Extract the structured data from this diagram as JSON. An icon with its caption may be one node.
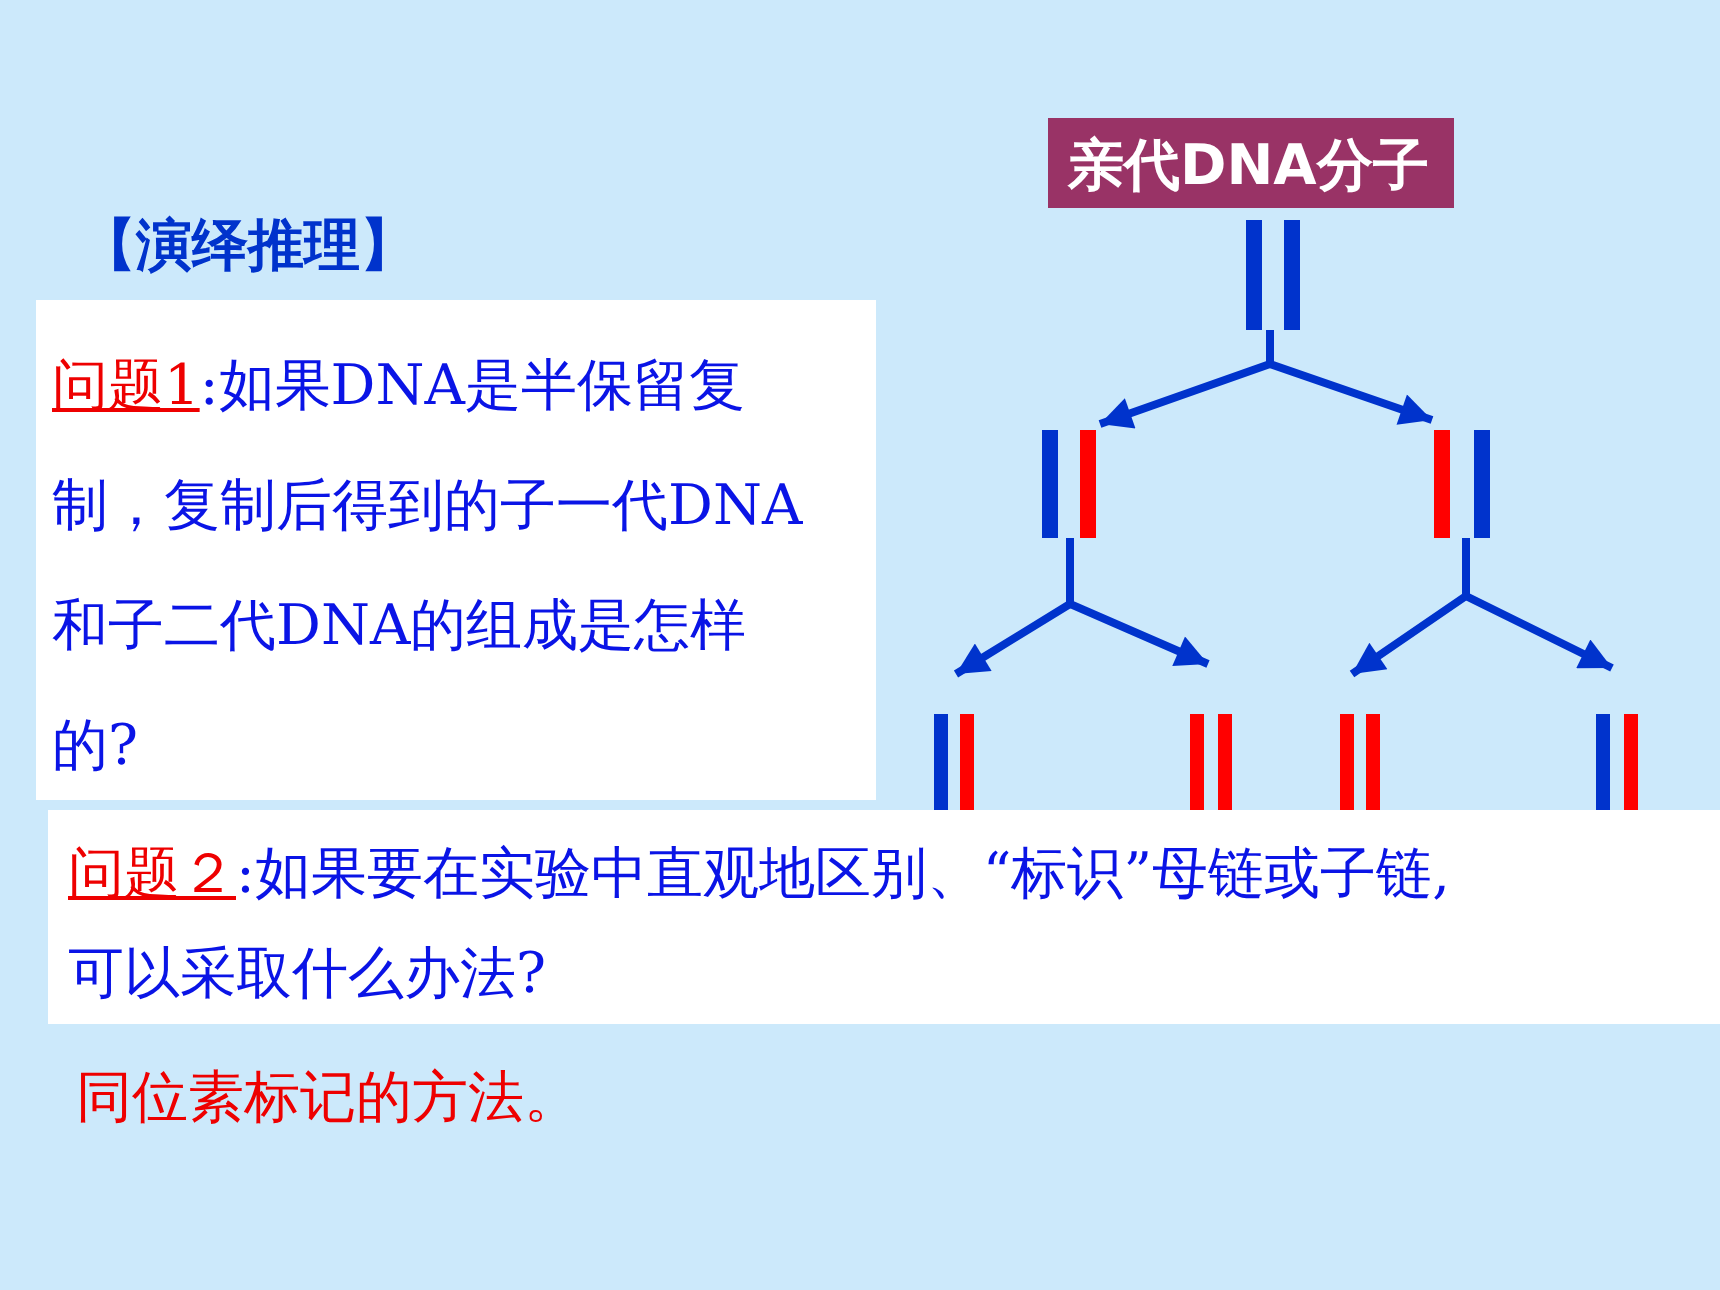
{
  "diagram": {
    "nodes": [
      {
        "text": [
          "亲代DNA分子"
        ]
      },
      {
        "text": [
          "问题1",
          ":如果DNA是半保留复制，复制后得到的子一代DNA和子二代DNA的组成是怎样的?"
        ]
      },
      {
        "text": [],
        "shape": "bar"
      },
      {
        "text": [],
        "shape": "bar"
      },
      {
        "text": [],
        "shape": "bar"
      },
      {
        "text": [],
        "shape": "bar"
      },
      {
        "text": [],
        "shape": "bar"
      },
      {
        "text": [],
        "shape": "bar"
      },
      {
        "text": [],
        "shape": "bar"
      },
      {
        "text": [
          "问题２",
          ":如果要在实验中直观地区别、“标识”母链或子链,可以采取什么办法?"
        ]
      }
    ],
    "edges": [
      {
        "from": 2,
        "to": 3,
        "arrow": "to"
      },
      {
        "from": 2,
        "to": 4,
        "arrow": "to"
      },
      {
        "from": 3,
        "to": 5,
        "arrow": "to"
      },
      {
        "from": 3,
        "to": 6,
        "arrow": "to"
      },
      {
        "from": 4,
        "to": 7,
        "arrow": "to"
      },
      {
        "from": 4,
        "to": 8,
        "arrow": "to"
      }
    ],
    "labels": [
      "【演绎推理】",
      "同位素标记的方法。"
    ]
  }
}
